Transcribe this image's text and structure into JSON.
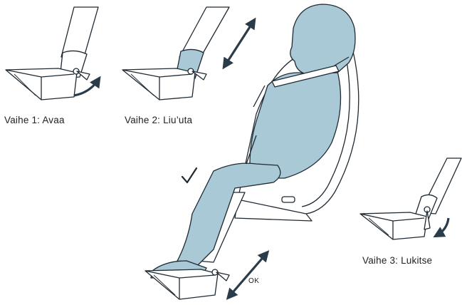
{
  "steps": [
    {
      "label": "Vaihe 1: Avaa"
    },
    {
      "label": "Vaihe 2: Liu’uta"
    },
    {
      "label": "Vaihe 3: Lukitse"
    }
  ],
  "ok_label": "OK",
  "colors": {
    "line": "#1f2a33",
    "fill": "#a9c9d6",
    "arrow": "#2a3b4a",
    "white": "#ffffff"
  },
  "icons": [
    "check-icon",
    "double-arrow-icon",
    "curved-arrow-icon"
  ]
}
